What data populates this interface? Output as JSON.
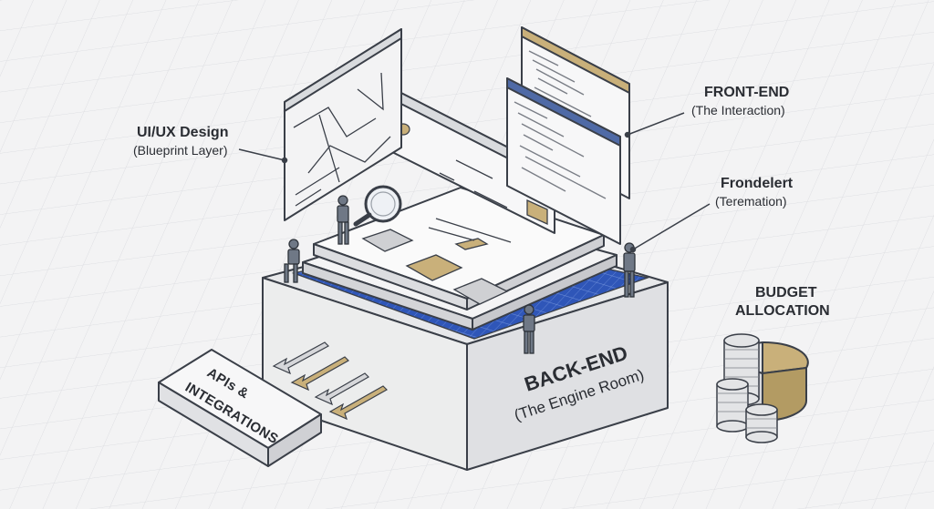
{
  "labels": {
    "uiux": {
      "title": "UI/UX Design",
      "subtitle": "(Blueprint Layer)"
    },
    "frontend": {
      "title": "FRONT-END",
      "subtitle": "(The Interaction)"
    },
    "frondelert": {
      "title": "Frondelert",
      "subtitle": "(Teremation)"
    },
    "budget": {
      "line1": "BUDGET",
      "line2": "ALLOCATION"
    },
    "backend": {
      "title": "BACK-END",
      "subtitle": "(The Engine Room)"
    },
    "apis": {
      "line1": "APIs &",
      "line2": "INTEGRATIONS"
    }
  },
  "colors": {
    "background": "#f3f3f4",
    "outline": "#3a3f48",
    "accent_tan": "#c9b07a",
    "accent_blue": "#2f56b8",
    "panel_gray": "#dcdde0",
    "window_bar": "#d9dbde"
  },
  "icons": [
    "magnifier-icon",
    "coin-stack-icon",
    "pie-chart-icon",
    "worker-figure-icon",
    "arrow-icon"
  ]
}
